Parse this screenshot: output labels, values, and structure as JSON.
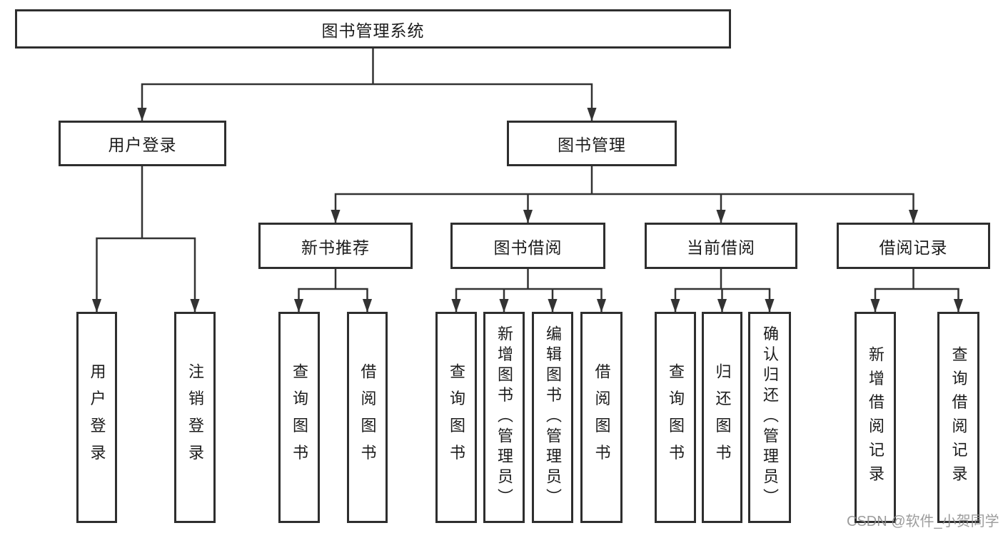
{
  "tree": {
    "root": {
      "label": "图书管理系统"
    },
    "children": [
      {
        "label": "用户登录",
        "children": [
          {
            "label": "用户登录"
          },
          {
            "label": "注销登录"
          }
        ]
      },
      {
        "label": "图书管理",
        "children": [
          {
            "label": "新书推荐",
            "children": [
              {
                "label": "查询图书"
              },
              {
                "label": "借阅图书"
              }
            ]
          },
          {
            "label": "图书借阅",
            "children": [
              {
                "label": "查询图书"
              },
              {
                "label": "新增图书（管理员）"
              },
              {
                "label": "编辑图书（管理员）"
              },
              {
                "label": "借阅图书"
              }
            ]
          },
          {
            "label": "当前借阅",
            "children": [
              {
                "label": "查询图书"
              },
              {
                "label": "归还图书"
              },
              {
                "label": "确认归还（管理员）"
              }
            ]
          },
          {
            "label": "借阅记录",
            "children": [
              {
                "label": "新增借阅记录"
              },
              {
                "label": "查询借阅记录"
              }
            ]
          }
        ]
      }
    ]
  },
  "watermark": {
    "text": "CSDN @软件_小贺同学"
  },
  "colors": {
    "line": "#333333",
    "box_border": "#2e2e2e",
    "text": "#1c1c1c",
    "watermark": "#8f8f8f",
    "background": "#ffffff"
  }
}
